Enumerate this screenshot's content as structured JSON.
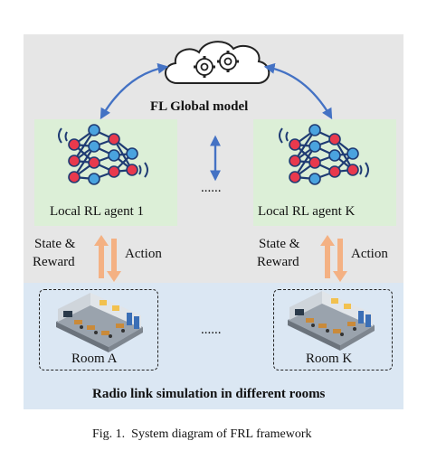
{
  "diagram": {
    "global_model_label": "FL Global model",
    "agent_left_label": "Local RL agent 1",
    "agent_right_label": "Local RL agent K",
    "agents_ellipsis": "......",
    "state_reward_left": [
      "State &",
      "Reward"
    ],
    "state_reward_right": [
      "State &",
      "Reward"
    ],
    "action_left": "Action",
    "action_right": "Action",
    "room_left_label": "Room A",
    "room_right_label": "Room K",
    "rooms_ellipsis": "......",
    "rooms_caption": "Radio link simulation in different rooms"
  },
  "caption": "Fig. 1.  System diagram of FRL framework",
  "colors": {
    "background_frame": "#e6e6e6",
    "agent_box": "#dcefd7",
    "room_band": "#dbe7f3",
    "link_arrow": "#4472c4",
    "state_action_arrow": "#f4b183",
    "nn_edge": "#1f3b73",
    "nn_node_red": "#e8394d",
    "nn_node_blue": "#4aa3df"
  },
  "icons": [
    "cloud-gears-icon",
    "neural-network-icon",
    "signal-wave-icon",
    "room-floorplan-icon"
  ]
}
